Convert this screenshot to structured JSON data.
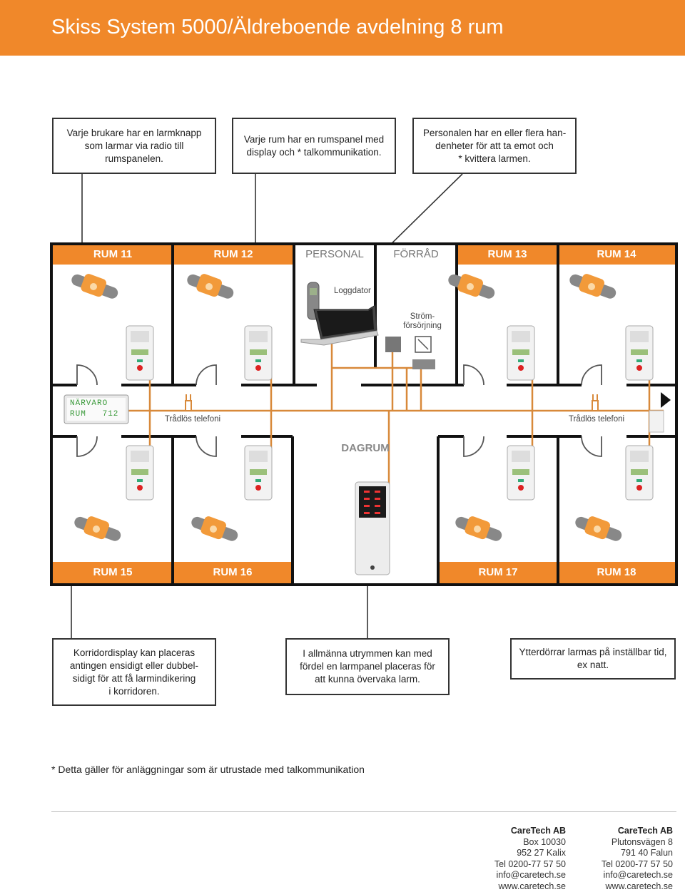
{
  "title": "Skiss System 5000/Äldreboende avdelning 8 rum",
  "callouts_top": [
    "Varje brukare har en larmknapp\nsom larmar via radio till\nrumspanelen.",
    "Varje rum har en rumspanel med\ndisplay och * talkommunikation.",
    "Personalen har en eller flera han-\ndenheter för att ta emot och\n* kvittera larmen."
  ],
  "rooms_top": [
    "RUM 11",
    "RUM 12",
    "PERSONAL",
    "FÖRRÅD",
    "RUM 13",
    "RUM 14"
  ],
  "rooms_bottom": [
    "RUM 15",
    "RUM 16",
    "RUM 17",
    "RUM 18"
  ],
  "labels": {
    "loggdator": "Loggdator",
    "stromforsorjning": "Ström-\nförsörjning",
    "tradlos_left": "Trådlös telefoni",
    "tradlos_right": "Trådlös telefoni",
    "dagrum": "DAGRUM",
    "corridor_display_line1": "NÄRVARO",
    "corridor_display_line2": "RUM   712"
  },
  "callouts_bottom": [
    "Korridordisplay kan placeras\nantingen ensidigt eller dubbel-\nsidigt för att få larmindikering\ni korridoren.",
    "I allmänna utrymmen kan med\nfördel en larmpanel placeras för\natt kunna övervaka larm.",
    "Ytterdörrar larmas på inställbar tid,\nex natt."
  ],
  "footnote": "* Detta gäller för anläggningar som är utrustade med talkommunikation",
  "address1": {
    "name": "CareTech AB",
    "lines": [
      "Box 10030",
      "952 27 Kalix",
      "Tel 0200-77 57 50",
      "info@caretech.se",
      "www.caretech.se"
    ]
  },
  "address2": {
    "name": "CareTech AB",
    "lines": [
      "Plutonsvägen 8",
      "791 40 Falun",
      "Tel 0200-77 57 50",
      "info@caretech.se",
      "www.caretech.se"
    ]
  },
  "colors": {
    "accent": "#f0882a",
    "wall": "#111111",
    "cable": "#d8893a",
    "line": "#333333"
  }
}
